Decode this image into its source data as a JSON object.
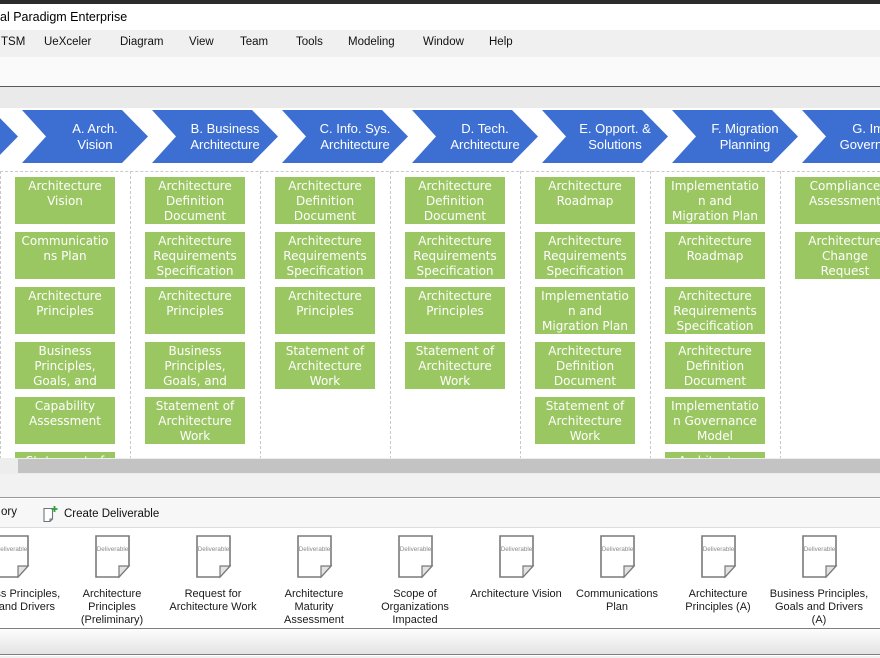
{
  "window": {
    "title": "al Paradigm Enterprise"
  },
  "menu": {
    "items": [
      {
        "label": "TSM"
      },
      {
        "label": "UeXceler"
      },
      {
        "label": "Diagram"
      },
      {
        "label": "View"
      },
      {
        "label": "Team"
      },
      {
        "label": "Tools"
      },
      {
        "label": "Modeling"
      },
      {
        "label": "Window"
      },
      {
        "label": "Help"
      }
    ]
  },
  "phases": [
    {
      "label": "A. Arch. Vision",
      "deliverables": [
        "Architecture Vision",
        "Communications Plan",
        "Architecture Principles",
        "Business Principles, Goals, and Drivers",
        "Capability Assessment",
        "Statement of Architecture Work"
      ]
    },
    {
      "label": "B. Business Architecture",
      "deliverables": [
        "Architecture Definition Document",
        "Architecture Requirements Specification",
        "Architecture Principles",
        "Business Principles, Goals, and Drivers",
        "Statement of Architecture Work"
      ]
    },
    {
      "label": "C. Info. Sys. Architecture",
      "deliverables": [
        "Architecture Definition Document",
        "Architecture Requirements Specification",
        "Architecture Principles",
        "Statement of Architecture Work"
      ]
    },
    {
      "label": "D. Tech. Architecture",
      "deliverables": [
        "Architecture Definition Document",
        "Architecture Requirements Specification",
        "Architecture Principles",
        "Statement of Architecture Work"
      ]
    },
    {
      "label": "E. Opport. & Solutions",
      "deliverables": [
        "Architecture Roadmap",
        "Architecture Requirements Specification",
        "Implementation and Migration Plan",
        "Architecture Definition Document",
        "Statement of Architecture Work"
      ]
    },
    {
      "label": "F. Migration Planning",
      "deliverables": [
        "Implementation and Migration Plan",
        "Architecture Roadmap",
        "Architecture Requirements Specification",
        "Architecture Definition Document",
        "Implementation Governance Model",
        "Architecture Contract"
      ]
    },
    {
      "label": "G. Impl. Governance",
      "deliverables": [
        "Compliance Assessment",
        "Architecture Change Request"
      ]
    }
  ],
  "panel_toolbar": {
    "cutoff_label": "ory",
    "create_button_label": "Create Deliverable"
  },
  "gallery": {
    "icon_text": "Deliverable",
    "items": [
      {
        "label": "Business Principles, Goals and Drivers"
      },
      {
        "label": "Architecture Principles (Preliminary)"
      },
      {
        "label": "Request for Architecture Work"
      },
      {
        "label": "Architecture Maturity Assessment"
      },
      {
        "label": "Scope of Organizations Impacted"
      },
      {
        "label": "Architecture Vision"
      },
      {
        "label": "Communications Plan"
      },
      {
        "label": "Architecture Principles (A)"
      },
      {
        "label": "Business Principles, Goals and Drivers (A)"
      }
    ]
  },
  "colors": {
    "phase_blue": "#3d6fd2",
    "deliverable_green": "#9bc763"
  }
}
